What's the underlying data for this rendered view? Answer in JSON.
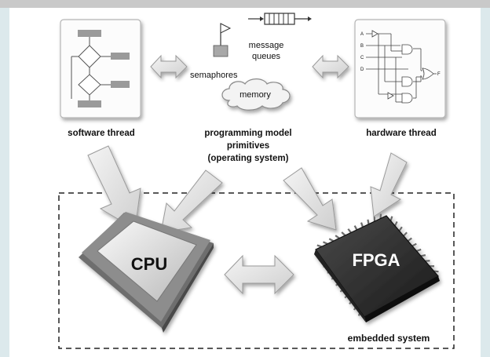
{
  "labels": {
    "semaphores": "semaphores",
    "message_queues_line1": "message",
    "message_queues_line2": "queues",
    "memory": "memory",
    "software_thread": "software thread",
    "hardware_thread": "hardware thread",
    "primitives_line1": "programming model",
    "primitives_line2": "primitives",
    "primitives_line3": "(operating system)",
    "cpu": "CPU",
    "fpga": "FPGA",
    "embedded_system": "embedded system",
    "gate_inputs": [
      "A",
      "B",
      "C",
      "D"
    ],
    "gate_output": "F"
  },
  "colors": {
    "side_bar": "#dce9ec",
    "top_bar": "#c9c9c9",
    "arrow_fill": "#e6e6e6",
    "chip_dark": "#2a2a2a"
  }
}
